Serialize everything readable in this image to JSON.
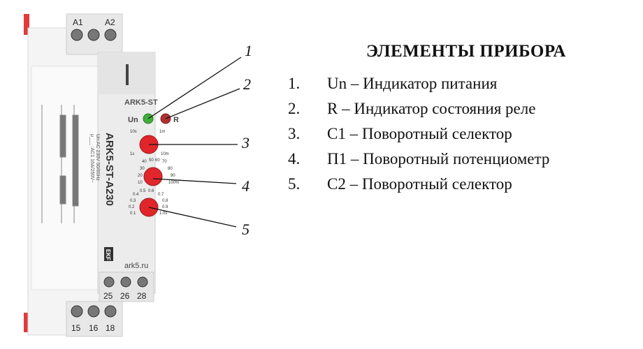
{
  "device": {
    "model_top": "ARK5-ST",
    "model_side": "ARK5-ST-A230",
    "spec_line1": "Un:AC 230V 50/60Hz",
    "spec_line2": "μ___ :AC1 16A/250V~",
    "website": "ark5.ru",
    "brand_mark": "EKF",
    "led_un": "Un",
    "led_r": "R",
    "terminals_top": [
      "A1",
      "A2"
    ],
    "terminals_mid": [
      "25",
      "26",
      "28"
    ],
    "terminals_bottom": [
      "15",
      "16",
      "18"
    ],
    "selector1_labels": [
      "10s",
      "1m",
      "1s",
      "10m"
    ],
    "pot_labels": [
      "40",
      "50",
      "60",
      "70",
      "30",
      "80",
      "20",
      "90",
      "10",
      "100%"
    ],
    "selector2_labels": [
      "0.5",
      "0.6",
      "0.4",
      "0.7",
      "0.3",
      "0.8",
      "0.2",
      "0.9",
      "0.1",
      "1.0s"
    ],
    "colors": {
      "led_green": "#3fae3a",
      "led_red": "#b03030",
      "knob_red": "#e0262b",
      "body": "#f2f2f2"
    }
  },
  "callouts": [
    "1",
    "2",
    "3",
    "4",
    "5"
  ],
  "legend": {
    "title": "ЭЛЕМЕНТЫ ПРИБОРА",
    "items": [
      {
        "num": "1.",
        "text": "Un – Индикатор питания"
      },
      {
        "num": "2.",
        "text": "R – Индикатор состояния реле"
      },
      {
        "num": "3.",
        "text": "С1 – Поворотный селектор"
      },
      {
        "num": "4.",
        "text": "П1 – Поворотный потенциометр"
      },
      {
        "num": "5.",
        "text": "С2 – Поворотный селектор"
      }
    ]
  }
}
